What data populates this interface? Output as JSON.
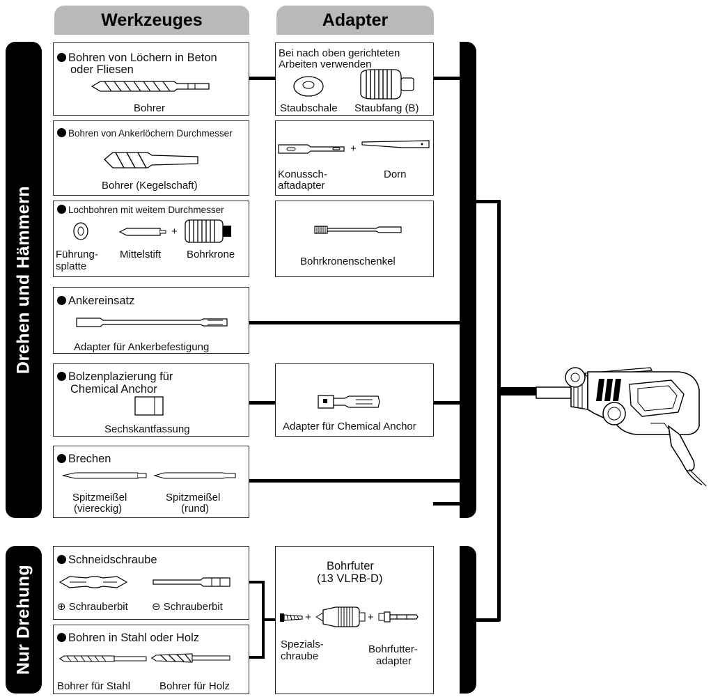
{
  "headers": {
    "tools": "Werkzeuges",
    "adapter": "Adapter"
  },
  "sections": {
    "rotation_hammer": "Drehen und Hämmern",
    "rotation_only": "Nur Drehung"
  },
  "tools": {
    "t1": {
      "title_a": "Bohren von Löchern in Beton",
      "title_b": "oder Fliesen",
      "item": "Bohrer"
    },
    "t2": {
      "title": "Bohren von Ankerlöchern Durchmesser",
      "item": "Bohrer (Kegelschaft)"
    },
    "t3": {
      "title": "Lochbohren mit weitem Durchmesser",
      "item1_a": "Führung-",
      "item1_b": "splatte",
      "item2": "Mittelstift",
      "item3": "Bohrkrone"
    },
    "t4": {
      "title": "Ankereinsatz",
      "item": "Adapter für Ankerbefestigung"
    },
    "t5": {
      "title_a": "Bolzenplazierung für",
      "title_b": "Chemical Anchor",
      "item": "Sechskantfassung"
    },
    "t6": {
      "title": "Brechen",
      "item1_a": "Spitzmeißel",
      "item1_b": "(viereckig)",
      "item2_a": "Spitzmeißel",
      "item2_b": "(rund)"
    },
    "t7": {
      "title": "Schneidschraube",
      "item1": "Schrauberbit",
      "item2": "Schrauberbit"
    },
    "t8": {
      "title": "Bohren in Stahl oder Holz",
      "item1": "Bohrer für Stahl",
      "item2": "Bohrer für Holz"
    }
  },
  "adapters": {
    "a1": {
      "title_a": "Bei nach oben gerichteten",
      "title_b": "Arbeiten verwenden",
      "item1": "Staubschale",
      "item2": "Staubfang (B)"
    },
    "a2": {
      "item1_a": "Konussch-",
      "item1_b": "aftadapter",
      "item2": "Dorn"
    },
    "a3": {
      "item": "Bohrkronenschenkel"
    },
    "a5": {
      "item": "Adapter für Chemical Anchor"
    },
    "a7": {
      "title_a": "Bohrfuter",
      "title_b": "(13 VLRB-D)",
      "item1_a": "Spezials-",
      "item1_b": "chraube",
      "item2_a": "Bohrfutter-",
      "item2_b": "adapter"
    }
  },
  "symbols": {
    "plus": "+",
    "circled_plus": "⊕",
    "circled_minus": "⊖"
  }
}
